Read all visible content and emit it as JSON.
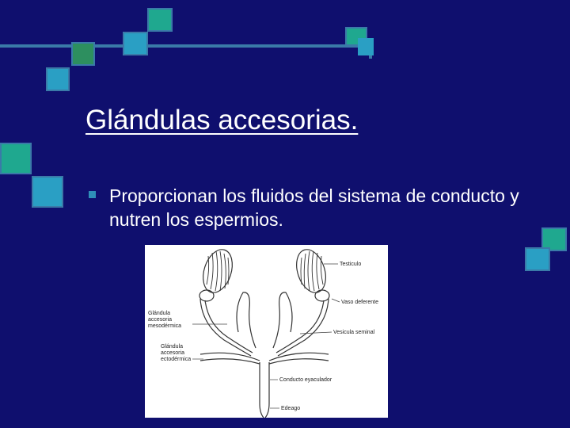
{
  "slide": {
    "title": "Glándulas accesorias.",
    "bullets": [
      "Proporcionan los fluidos del sistema de conducto y nutren los espermios."
    ]
  },
  "figure": {
    "labels": {
      "testiculo": "Testiculo",
      "vaso": "Vaso deferente",
      "vesicula": "Vesicula seminal",
      "conducto": "Conducto eyaculador",
      "edeago": "Edeago",
      "meso1": "Glándula",
      "meso2": "accesoria",
      "meso3": "mesodérmica",
      "ecto1": "Glándula",
      "ecto2": "accesoria",
      "ecto3": "ectodérmica"
    }
  },
  "colors": {
    "background": "#0f0f6e",
    "line": "#3a7aa8",
    "square_green": "#1fa88f",
    "square_teal": "#2a9fc4",
    "square_olive": "#2d8f5f",
    "bullet": "#2f8fb8"
  }
}
